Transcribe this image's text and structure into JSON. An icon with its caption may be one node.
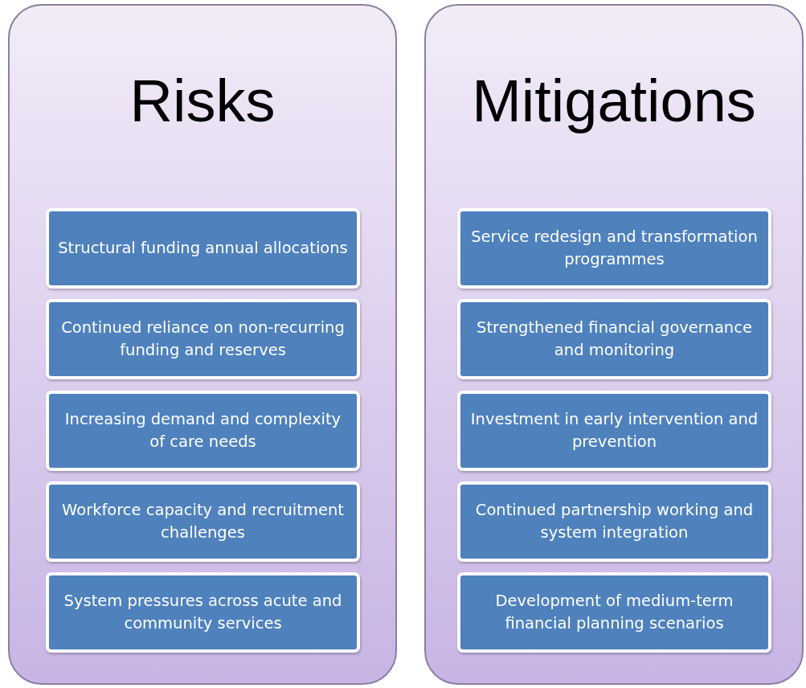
{
  "diagram": {
    "nodes": [
      {
        "text": [
          "Risks"
        ]
      },
      {
        "text": [
          "Structural funding annual allocations"
        ],
        "in": 0
      },
      {
        "text": [
          "Continued reliance on non-recurring funding and reserves"
        ],
        "in": 0
      },
      {
        "text": [
          "Increasing demand and complexity of care needs"
        ],
        "in": 0
      },
      {
        "text": [
          "Workforce capacity and recruitment challenges"
        ],
        "in": 0
      },
      {
        "text": [
          "System pressures across acute and community services"
        ],
        "in": 0
      },
      {
        "text": [
          "Mitigations"
        ]
      },
      {
        "text": [
          "Service redesign and transformation programmes"
        ],
        "in": 6
      },
      {
        "text": [
          "Strengthened financial governance and monitoring"
        ],
        "in": 6
      },
      {
        "text": [
          "Investment in early intervention and prevention"
        ],
        "in": 6
      },
      {
        "text": [
          "Continued partnership working and system integration"
        ],
        "in": 6
      },
      {
        "text": [
          "Development of medium-term financial planning scenarios"
        ],
        "in": 6
      }
    ]
  }
}
